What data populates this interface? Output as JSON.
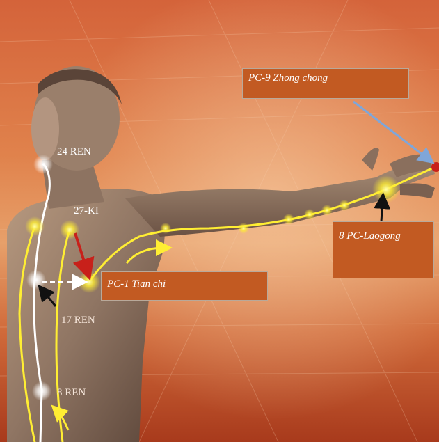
{
  "labels": {
    "pc9": "PC-9 Zhong chong",
    "laogong": "8 PC-Laogong",
    "tianchi": "PC-1 Tian chi",
    "ren24": "24 REN",
    "ki27": "27-KI",
    "ren17": "17 REN",
    "ren8": "8 REN"
  },
  "colors": {
    "meridian": "#ffee33",
    "ren_channel": "#ffffff",
    "arrow_red": "#c8201a",
    "arrow_blue": "#7fa6d9",
    "arrow_black": "#111111",
    "label_box": "#c25a22"
  }
}
